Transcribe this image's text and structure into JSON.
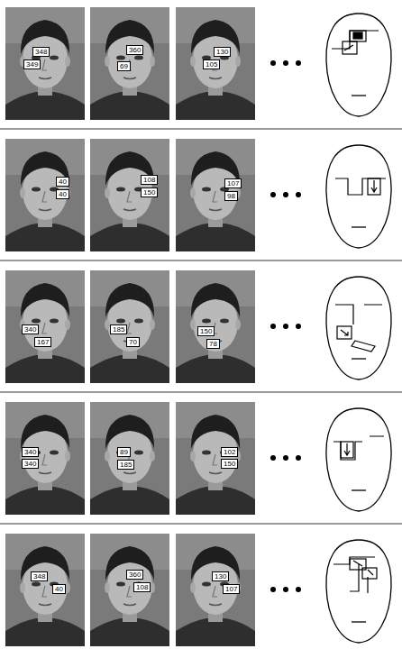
{
  "diagram": {
    "nodes": [
      {
        "text": [
          "348"
        ]
      },
      {
        "text": [
          "349"
        ]
      },
      {
        "text": [
          "360"
        ]
      },
      {
        "text": [
          "69"
        ]
      },
      {
        "text": [
          "130"
        ]
      },
      {
        "text": [
          "105"
        ]
      },
      {
        "text": [
          "40"
        ]
      },
      {
        "text": [
          "40"
        ]
      },
      {
        "text": [
          "108"
        ]
      },
      {
        "text": [
          "150"
        ]
      },
      {
        "text": [
          "107"
        ]
      },
      {
        "text": [
          "98"
        ]
      },
      {
        "text": [
          "340"
        ]
      },
      {
        "text": [
          "167"
        ]
      },
      {
        "text": [
          "185"
        ]
      },
      {
        "text": [
          "70"
        ]
      },
      {
        "text": [
          "150"
        ]
      },
      {
        "text": [
          "78"
        ]
      },
      {
        "text": [
          "340"
        ]
      },
      {
        "text": [
          "340"
        ]
      },
      {
        "text": [
          "89"
        ]
      },
      {
        "text": [
          "185"
        ]
      },
      {
        "text": [
          "102"
        ]
      },
      {
        "text": [
          "150"
        ]
      },
      {
        "text": [
          "348"
        ]
      },
      {
        "text": [
          "40"
        ]
      },
      {
        "text": [
          "360"
        ]
      },
      {
        "text": [
          "108"
        ]
      },
      {
        "text": [
          "130"
        ]
      },
      {
        "text": [
          "107"
        ]
      }
    ]
  }
}
